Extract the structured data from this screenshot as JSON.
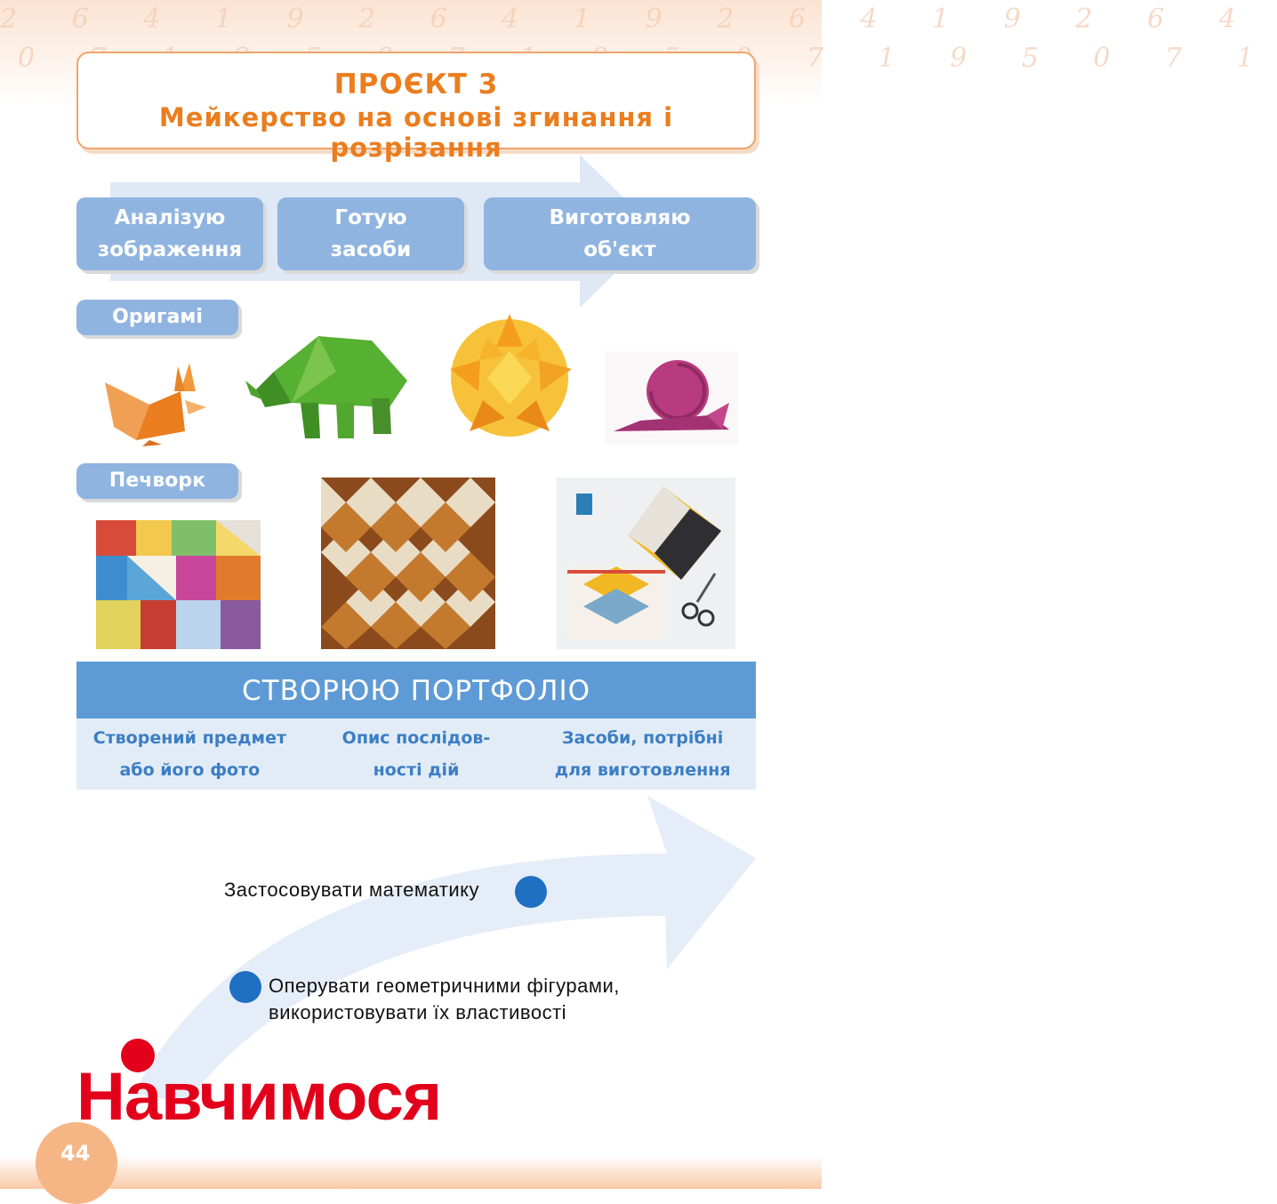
{
  "decor": {
    "digits_row1": "2 6 4 1 9 2 6 4 1 9 2 6 4 1 9 2 6 4",
    "digits_row2": "0 7 1 9 5 0 7 1 9 5 0 7 1 9 5 0 7 1"
  },
  "header": {
    "project": "ПРОЄКТ 3",
    "title": "Мейкерство на основі згинання і розрізання"
  },
  "steps": [
    {
      "label": "Аналізую\nзображення"
    },
    {
      "label": "Готую\nзасоби"
    },
    {
      "label": "Виготовляю\nоб'єкт"
    }
  ],
  "sections": {
    "origami": "Оригамі",
    "patchwork": "Печворк"
  },
  "origami_images": [
    "fox-origami",
    "elephant-origami",
    "star-kusudama",
    "snail-origami"
  ],
  "patchwork_images": [
    "colorful-patchwork",
    "brown-patchwork",
    "patchwork-pouches"
  ],
  "portfolio": {
    "title": "СТВОРЮЮ ПОРТФОЛІО",
    "columns": [
      "Створений предмет\nабо його фото",
      "Опис послідов-\nності дій",
      "Засоби, потрібні\nдля виготовлення"
    ]
  },
  "learn": {
    "item1": "Застосовувати математику",
    "item2": "Оперувати геометричними фігурами,\nвикористовувати їх властивості",
    "heading": "Навчимося"
  },
  "page_number": "44",
  "colors": {
    "accent_orange": "#ea7d1e",
    "step_blue": "#8fb4e0",
    "portfolio_blue": "#5e9bd6",
    "portfolio_text": "#3c7ec4",
    "dot_blue": "#1f6fc3",
    "heading_red": "#e3001b"
  }
}
